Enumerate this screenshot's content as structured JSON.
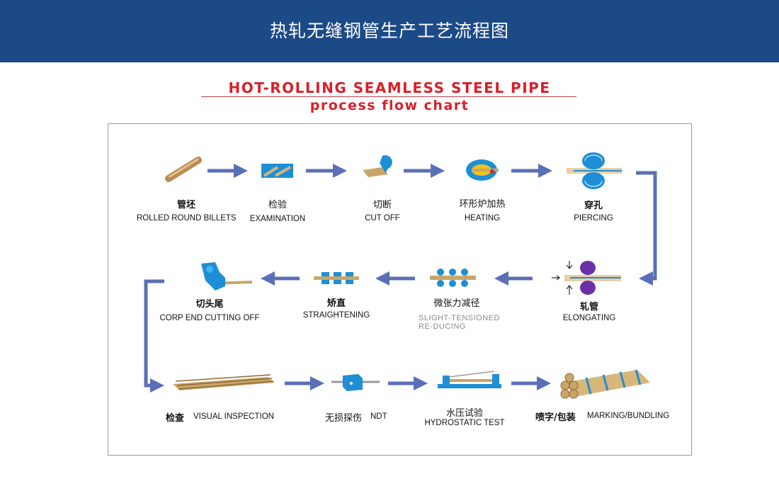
{
  "banner": {
    "title": "热轧无缝钢管生产工艺流程图"
  },
  "chart": {
    "title": "HOT-ROLLING SEAMLESS STEEL PIPE",
    "subtitle": "process flow chart"
  },
  "colors": {
    "banner": "#1c4a86",
    "title": "#d8202a",
    "arrow": "#5b6fb8",
    "machine": "#1e8fd6",
    "pipe": "#c9a56a"
  },
  "steps": [
    {
      "cn": "管坯",
      "en": "ROLLED ROUND BILLETS",
      "icon": "billet-icon"
    },
    {
      "cn": "检验",
      "en": "EXAMINATION",
      "icon": "examination-icon"
    },
    {
      "cn": "切断",
      "en": "CUT OFF",
      "icon": "cutter-icon"
    },
    {
      "cn": "环形炉加热",
      "en": "HEATING",
      "icon": "furnace-icon"
    },
    {
      "cn": "穿孔",
      "en": "PIERCING",
      "icon": "piercing-mill-icon"
    },
    {
      "cn": "轧管",
      "en": "ELONGATING",
      "icon": "rolling-mill-icon"
    },
    {
      "cn": "微张力减径",
      "en": "SLIGHT-TENSIONED",
      "en2": "RE-DUCING",
      "icon": "reducing-rolls-icon"
    },
    {
      "cn": "矫直",
      "en": "STRAIGHTENING",
      "icon": "straightener-icon"
    },
    {
      "cn": "切头尾",
      "en": "CORP  END  CUTTING  OFF",
      "icon": "end-cutter-icon"
    },
    {
      "cn": "检查",
      "en": "VISUAL INSPECTION",
      "icon": "pipe-stack-icon"
    },
    {
      "cn": "无损探伤",
      "en": "NDT",
      "icon": "ndt-probe-icon"
    },
    {
      "cn": "水压试验",
      "en": "HYDROSTATIC TEST",
      "icon": "hydro-tester-icon"
    },
    {
      "cn": "喷字/包装",
      "en": "MARKING/BUNDLING",
      "icon": "bundle-icon"
    }
  ]
}
